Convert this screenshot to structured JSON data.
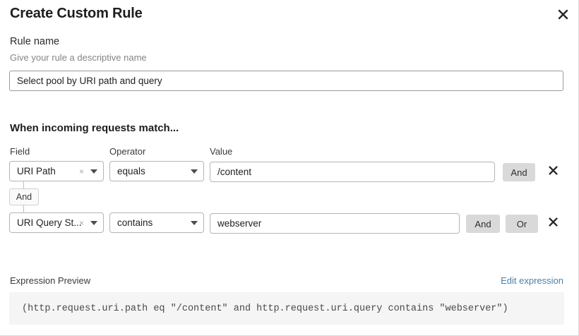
{
  "dialog": {
    "title": "Create Custom Rule",
    "close_icon": "close-icon"
  },
  "rule_name": {
    "label": "Rule name",
    "description": "Give your rule a descriptive name",
    "value": "Select pool by URI path and query",
    "placeholder": ""
  },
  "match_section": {
    "heading": "When incoming requests match...",
    "columns": {
      "field": "Field",
      "operator": "Operator",
      "value": "Value"
    },
    "connector": "And",
    "rows": [
      {
        "field": "URI Path",
        "operator": "equals",
        "value": "/content",
        "clear_icon": "×",
        "logic_buttons": [
          "And"
        ],
        "delete_icon": "close-icon"
      },
      {
        "field": "URI Query St...",
        "operator": "contains",
        "value": "webserver",
        "clear_icon": "×",
        "logic_buttons": [
          "And",
          "Or"
        ],
        "delete_icon": "close-icon"
      }
    ]
  },
  "expression": {
    "label": "Expression Preview",
    "edit_link": "Edit expression",
    "code": "(http.request.uri.path eq \"/content\" and http.request.uri.query contains \"webserver\")"
  },
  "colors": {
    "link": "#4a7fa8",
    "logic_button_bg": "#d9d9d9",
    "code_bg": "#f5f5f5",
    "border": "#b4b4b4"
  }
}
